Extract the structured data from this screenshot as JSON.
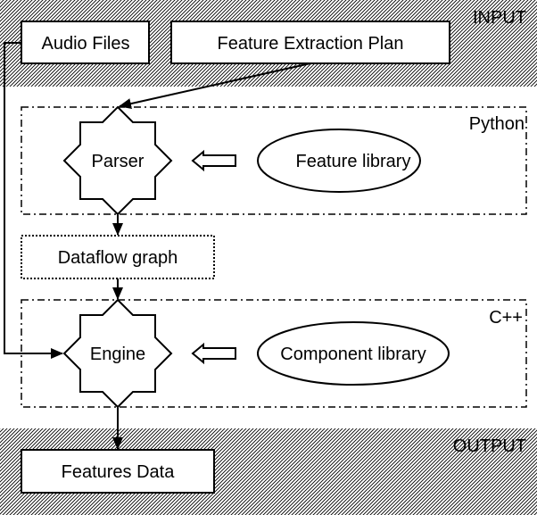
{
  "regions": {
    "input": "INPUT",
    "output": "OUTPUT",
    "python": "Python",
    "cpp": "C++"
  },
  "nodes": {
    "audio_files": "Audio Files",
    "feature_extraction_plan": "Feature Extraction Plan",
    "parser": "Parser",
    "feature_library": "Feature library",
    "dataflow_graph": "Dataflow graph",
    "engine": "Engine",
    "component_library": "Component library",
    "features_data": "Features Data"
  },
  "colors": {
    "stroke": "#000000",
    "background": "#ffffff"
  }
}
